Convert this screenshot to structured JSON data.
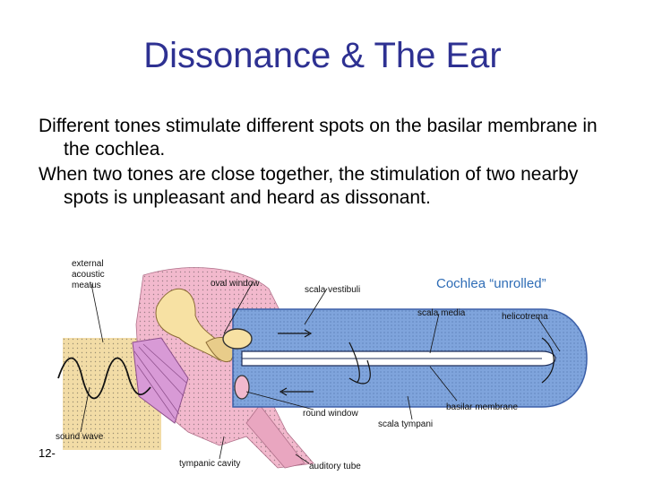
{
  "title": "Dissonance & The Ear",
  "bullets": [
    "Different tones stimulate different spots on the basilar membrane in the cochlea.",
    "When two tones are close together, the stimulation of two nearby spots is unpleasant and heard as dissonant."
  ],
  "page_number": "12-",
  "diagram": {
    "callout": "Cochlea “unrolled”",
    "labels": {
      "external_acoustic_meatus": [
        "external",
        "acoustic",
        "meatus"
      ],
      "oval_window": "oval window",
      "scala_vestibuli": "scala vestibuli",
      "scala_media": "scala media",
      "helicotrema": "helicotrema",
      "round_window": "round window",
      "basilar_membrane": "basilar membrane",
      "scala_tympani": "scala tympani",
      "sound_wave": "sound wave",
      "tympanic_cavity": "tympanic cavity",
      "auditory_tube": "auditory tube"
    },
    "colors": {
      "cochlea_fill": "#7fa4dc",
      "cochlea_stroke": "#3b5fa8",
      "bone_fill": "#f2b9cd",
      "canal_fill": "#f2dca6",
      "eardrum_fill": "#d89ad6",
      "callout_color": "#2f6db6"
    }
  }
}
